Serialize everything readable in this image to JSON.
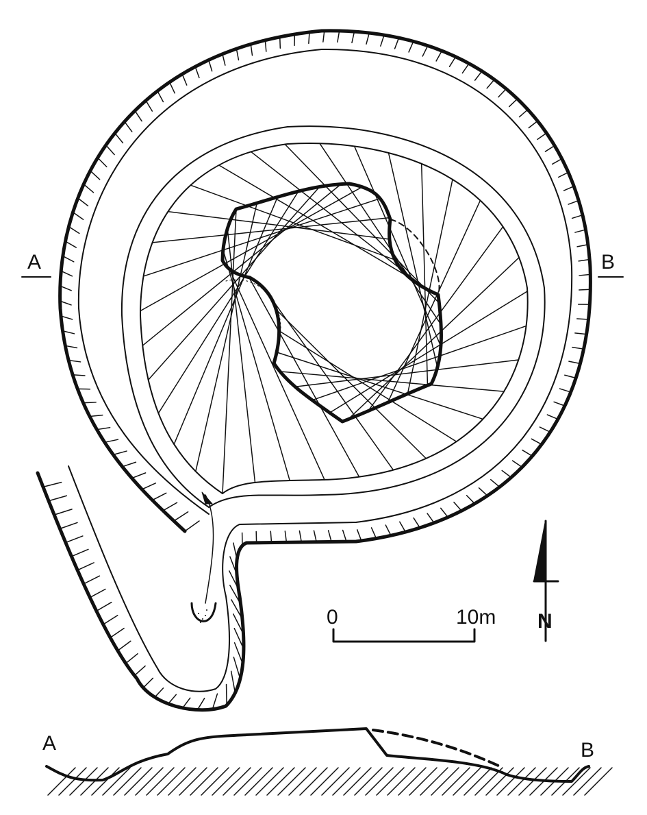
{
  "plan": {
    "section_start": "A",
    "section_end": "B"
  },
  "scale_bar": {
    "start_label": "0",
    "end_label": "10m"
  },
  "north_arrow": {
    "label": "N"
  },
  "profile": {
    "start_label": "A",
    "end_label": "B"
  }
}
